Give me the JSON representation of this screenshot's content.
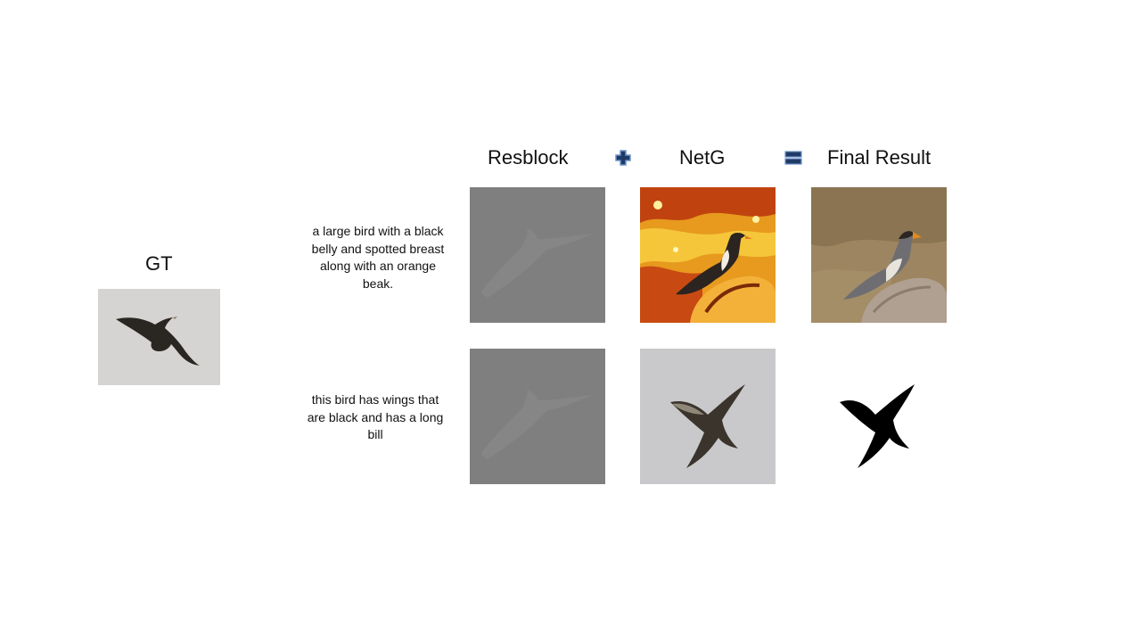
{
  "gt": {
    "label": "GT"
  },
  "columns": {
    "resblock": "Resblock",
    "netg": "NetG",
    "final": "Final Result"
  },
  "operators": {
    "plus": "plus-icon",
    "equals": "equals-icon"
  },
  "rows": [
    {
      "caption": "a large bird with a black belly and spotted breast along with an orange beak."
    },
    {
      "caption": "this bird has wings that are black and has a long bill"
    }
  ],
  "colors": {
    "operator_fill": "#1f3a66",
    "operator_border": "#6f93c9",
    "resblock_gray": "#7f7f7f"
  }
}
